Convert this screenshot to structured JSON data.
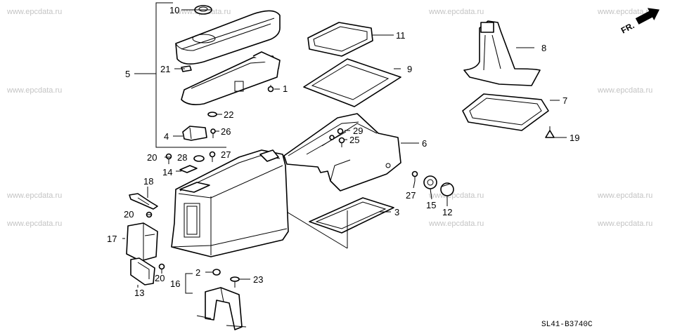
{
  "watermark": "www.epcdata.ru",
  "diagram_code": "SL41-B3740C",
  "direction_label": "FR.",
  "callouts": [
    "10",
    "11",
    "8",
    "5",
    "21",
    "1",
    "9",
    "22",
    "7",
    "4",
    "26",
    "29",
    "25",
    "6",
    "19",
    "20",
    "28",
    "27",
    "14",
    "18",
    "27",
    "15",
    "12",
    "3",
    "20",
    "17",
    "2",
    "23",
    "16",
    "20",
    "13"
  ]
}
